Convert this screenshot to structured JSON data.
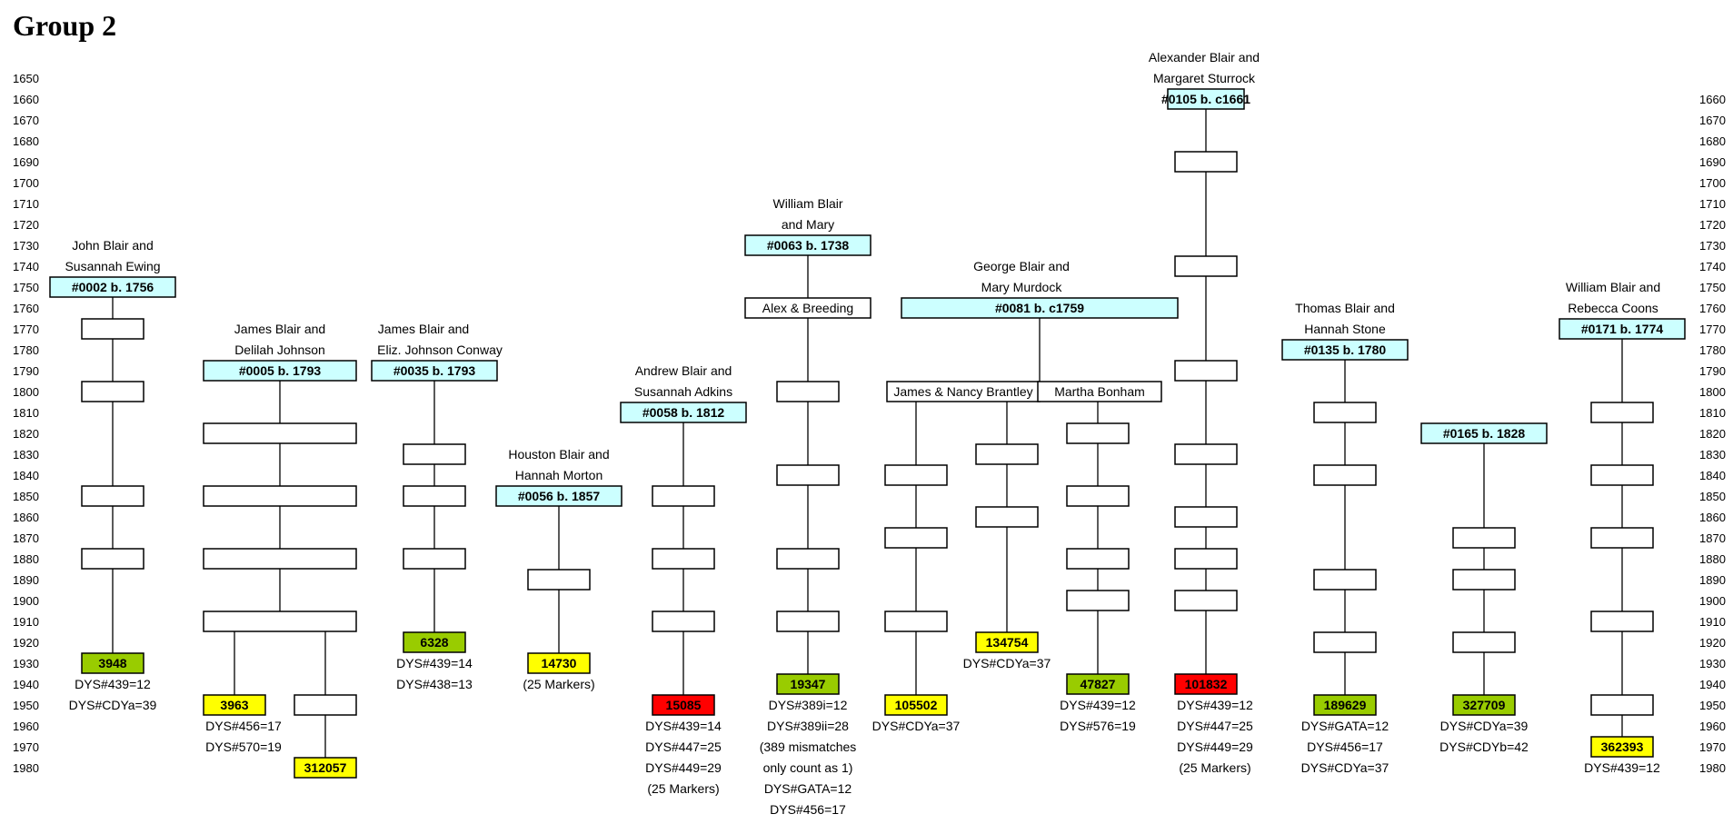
{
  "title": "Group 2",
  "colors": {
    "cyan": "#ccffff",
    "green": "#99cc00",
    "yellow": "#ffff00",
    "red": "#ff0000",
    "plain": "#ffffff"
  },
  "years": [
    1650,
    1660,
    1670,
    1680,
    1690,
    1700,
    1710,
    1720,
    1730,
    1740,
    1750,
    1760,
    1770,
    1780,
    1790,
    1800,
    1810,
    1820,
    1830,
    1840,
    1850,
    1860,
    1870,
    1880,
    1890,
    1900,
    1910,
    1920,
    1930,
    1940,
    1950,
    1960,
    1970,
    1980
  ],
  "labels": {
    "john_l1": "John Blair and",
    "john_l2": "Susannah Ewing",
    "james_l1": "James Blair and",
    "james_l2": "Delilah Johnson",
    "eliz_l1": "James Blair and",
    "eliz_l2": "Eliz. Johnson Conway",
    "houston_l1": "Houston Blair and",
    "houston_l2": "Hannah Morton",
    "andrew_l1": "Andrew Blair and",
    "andrew_l2": "Susannah Adkins",
    "william_l1": "William Blair",
    "william_l2": "and Mary",
    "george_l1": "George Blair and",
    "george_l2": "Mary Murdock",
    "alex_l1": "Alexander Blair and",
    "alex_l2": "Margaret Sturrock",
    "thomas_l1": "Thomas Blair and",
    "thomas_l2": "Hannah Stone",
    "wr_l1": "William Blair and",
    "wr_l2": "Rebecca Coons"
  },
  "boxes": {
    "b0002": "#0002 b. 1756",
    "b0005": "#0005 b. 1793",
    "b0035": "#0035 b. 1793",
    "b0056": "#0056 b. 1857",
    "b0058": "#0058 b. 1812",
    "b0063": "#0063 b. 1738",
    "alex_breeding": "Alex & Breeding",
    "b0081": "#0081 b. c1759",
    "james_nancy": "James & Nancy Brantley",
    "martha": "Martha Bonham",
    "b0105": "#0105 b. c1661",
    "b0135": "#0135 b. 1780",
    "b0165": "#0165 b. 1828",
    "b0171": "#0171 b. 1774"
  },
  "kits": {
    "k3948": "3948",
    "k3963": "3963",
    "k312057": "312057",
    "k6328": "6328",
    "k14730": "14730",
    "k15085": "15085",
    "k19347": "19347",
    "k105502": "105502",
    "k134754": "134754",
    "k47827": "47827",
    "k101832": "101832",
    "k189629": "189629",
    "k327709": "327709",
    "k362393": "362393"
  },
  "notes": {
    "n3948_1": "DYS#439=12",
    "n3948_2": "DYS#CDYa=39",
    "n3963_1": "DYS#456=17",
    "n3963_2": "DYS#570=19",
    "n6328_1": "DYS#439=14",
    "n6328_2": "DYS#438=13",
    "n14730_1": "(25 Markers)",
    "n15085_1": "DYS#439=14",
    "n15085_2": "DYS#447=25",
    "n15085_3": "DYS#449=29",
    "n15085_4": "(25 Markers)",
    "n19347_1": "DYS#389i=12",
    "n19347_2": "DYS#389ii=28",
    "n19347_3": "(389 mismatches",
    "n19347_4": "only count as 1)",
    "n19347_5": "DYS#GATA=12",
    "n19347_6": "DYS#456=17",
    "n105502_1": "DYS#CDYa=37",
    "n134754_1": "DYS#CDYa=37",
    "n47827_1": "DYS#439=12",
    "n47827_2": "DYS#576=19",
    "n101832_1": "DYS#439=12",
    "n101832_2": "DYS#447=25",
    "n101832_3": "DYS#449=29",
    "n101832_4": "(25 Markers)",
    "n189629_1": "DYS#GATA=12",
    "n189629_2": "DYS#456=17",
    "n189629_3": "DYS#CDYa=37",
    "n327709_1": "DYS#CDYa=39",
    "n327709_2": "DYS#CDYb=42",
    "n362393_1": "DYS#439=12"
  }
}
